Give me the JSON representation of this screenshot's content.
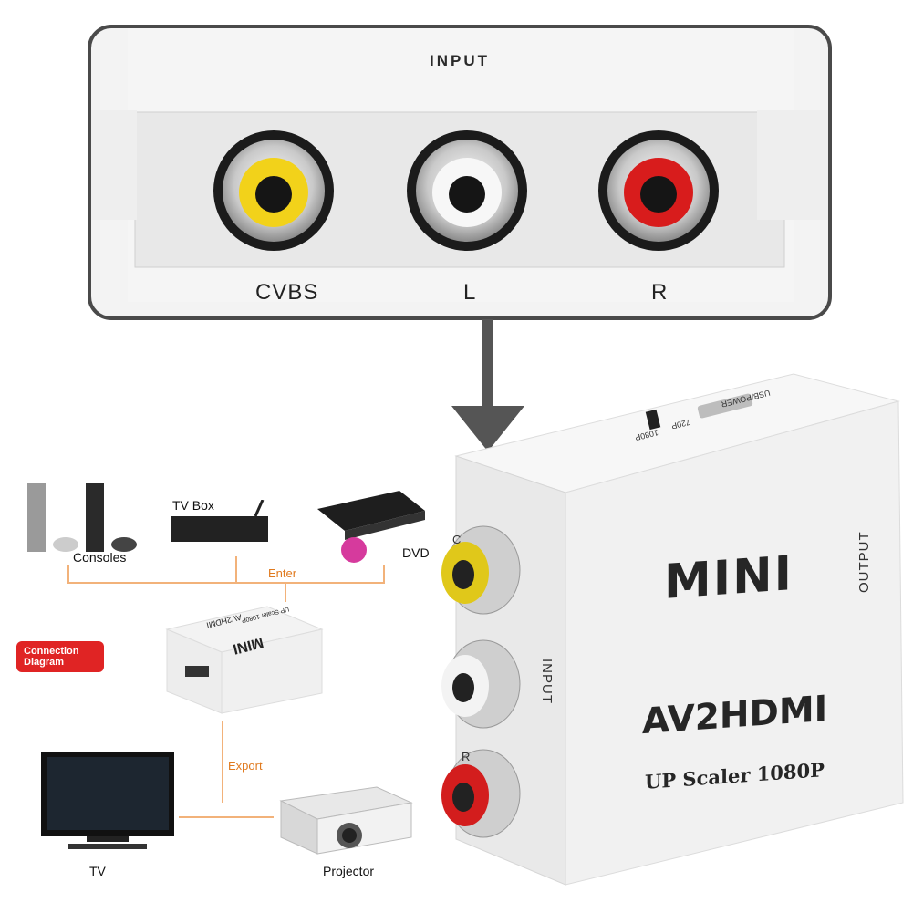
{
  "inset": {
    "title": "INPUT",
    "jacks": [
      {
        "label": "CVBS",
        "color": "#f2d21a"
      },
      {
        "label": "L",
        "color": "#f4f4f4"
      },
      {
        "label": "R",
        "color": "#d81c1c"
      }
    ]
  },
  "device": {
    "brand": "MINI",
    "model": "AV2HDMI",
    "subtitle": "UP Scaler 1080P",
    "output_label": "OUTPUT",
    "input_label": "INPUT",
    "usb_label": "USB/POWER",
    "switch_720": "720P",
    "switch_1080": "1080P",
    "side_c": "C",
    "side_r": "R"
  },
  "diagram": {
    "badge": "Connection Diagram",
    "sources": [
      "Consoles",
      "TV Box",
      "DVD"
    ],
    "enter": "Enter",
    "export": "Export",
    "outputs": [
      "TV",
      "Projector"
    ],
    "mini_device": {
      "brand": "MINI",
      "model": "AV2HDMI",
      "subtitle": "UP Scaler 1080P"
    }
  },
  "colors": {
    "arrow": "#555555",
    "line": "#f2b27a",
    "badge": "#e02424",
    "label_orange": "#e07a1f"
  }
}
